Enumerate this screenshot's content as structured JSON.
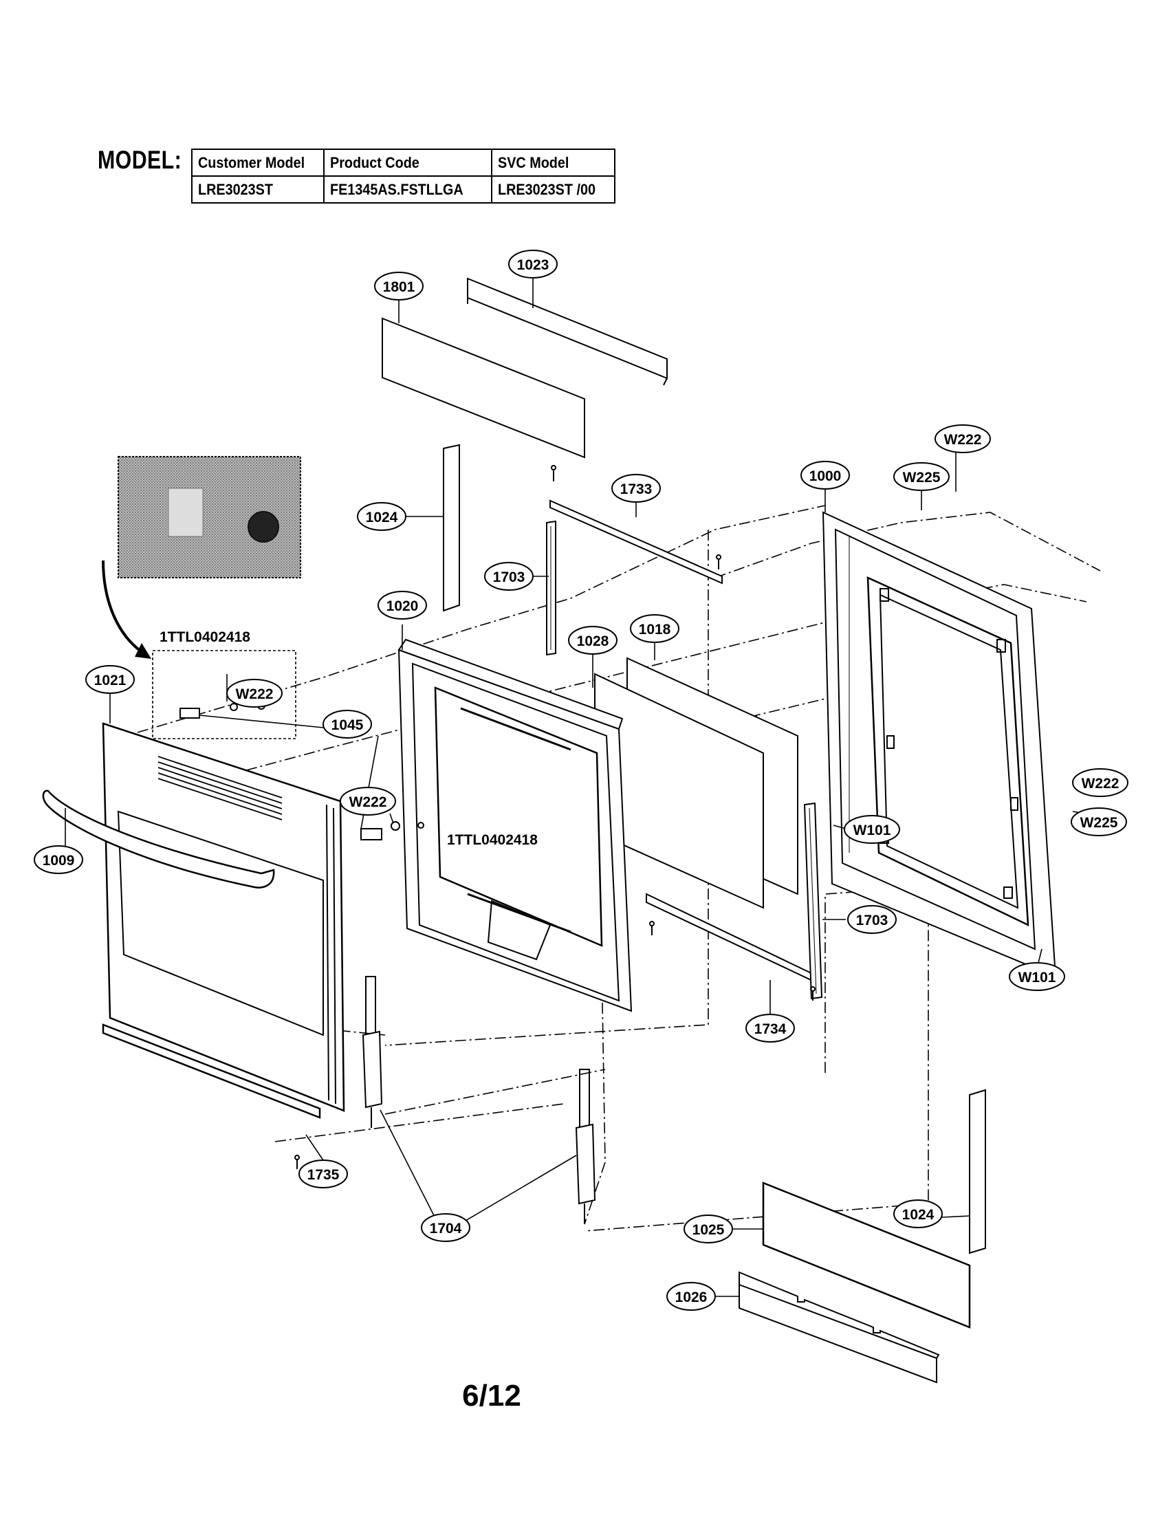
{
  "model_table": {
    "label": "MODEL:",
    "headers": [
      "Customer Model",
      "Product Code",
      "SVC Model"
    ],
    "row": [
      "LRE3023ST",
      "FE1345AS.FSTLLGA",
      "LRE3023ST /00"
    ]
  },
  "callouts": {
    "p1801": "1801",
    "p1023": "1023",
    "p1024_top": "1024",
    "p1733": "1733",
    "p1703_top": "1703",
    "p1000": "1000",
    "w222_top": "W222",
    "w225_top": "W225",
    "p1020": "1020",
    "p1028": "1028",
    "p1018": "1018",
    "p1021": "1021",
    "w222_detail": "W222",
    "p1045": "1045",
    "w222_mid": "W222",
    "p1009": "1009",
    "w101_mid": "W101",
    "w222_right": "W222",
    "w225_right": "W225",
    "p1703_bottom": "1703",
    "w101_right": "W101",
    "p1734": "1734",
    "p1735": "1735",
    "p1704": "1704",
    "p1025": "1025",
    "p1024_bottom": "1024",
    "p1026": "1026"
  },
  "plain_labels": {
    "detail_part": "1TTL0402418",
    "center_part": "1TTL0402418"
  },
  "page": "6/12"
}
